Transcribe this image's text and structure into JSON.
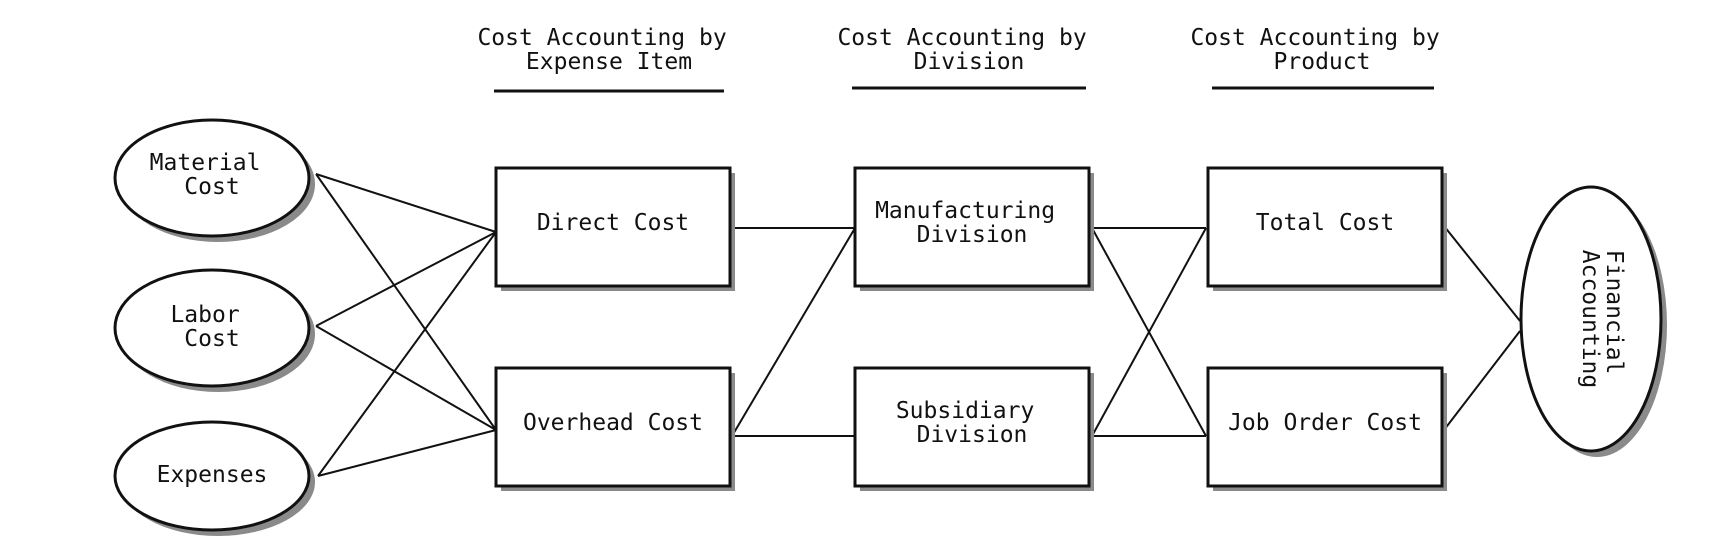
{
  "headers": {
    "expense_item": [
      "Cost Accounting by",
      "Expense Item"
    ],
    "division": [
      "Cost Accounting by",
      "Division"
    ],
    "product": [
      "Cost Accounting by",
      "Product"
    ]
  },
  "inputs": {
    "material": [
      "Material",
      "Cost"
    ],
    "labor": [
      "Labor",
      "Cost"
    ],
    "expenses": [
      "Expenses"
    ]
  },
  "expense_items": {
    "direct": [
      "Direct Cost"
    ],
    "overhead": [
      "Overhead Cost"
    ]
  },
  "divisions": {
    "manufacturing": [
      "Manufacturing",
      "Division"
    ],
    "subsidiary": [
      "Subsidiary",
      "Division"
    ]
  },
  "products": {
    "total": [
      "Total Cost"
    ],
    "job_order": [
      "Job Order Cost"
    ]
  },
  "output": {
    "financial": [
      "Financial",
      "Accounting"
    ]
  },
  "colors": {
    "stroke": "#111111",
    "shadow": "#8a8a8a",
    "fill": "#ffffff"
  }
}
